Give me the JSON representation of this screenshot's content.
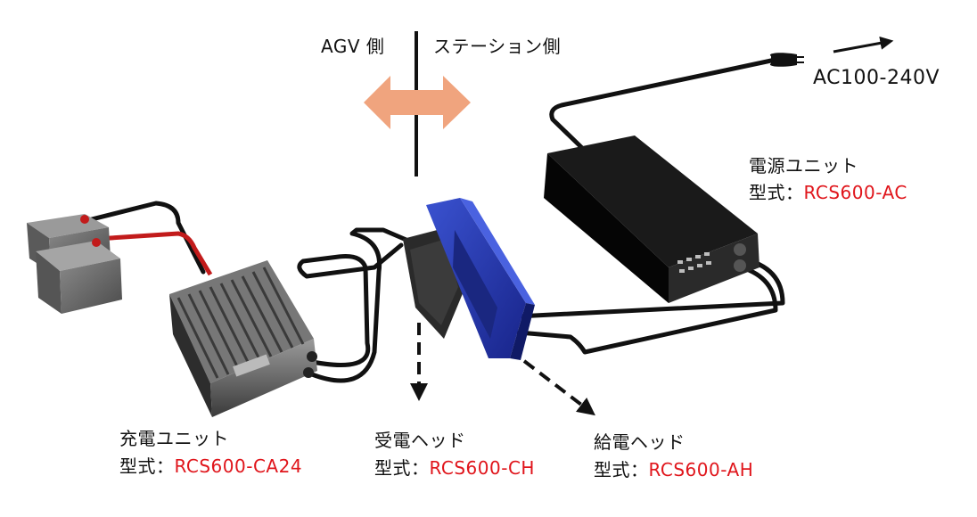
{
  "sides": {
    "agv_side": "AGV 側",
    "station_side": "ステーション側"
  },
  "power_input": "AC100-240V",
  "model_prefix": "型式：",
  "components": {
    "power_unit": {
      "name": "電源ユニット",
      "model": "RCS600-AC"
    },
    "charge_unit": {
      "name": "充電ユニット",
      "model": "RCS600-CA24"
    },
    "receive_head": {
      "name": "受電ヘッド",
      "model": "RCS600-CH"
    },
    "supply_head": {
      "name": "給電ヘッド",
      "model": "RCS600-AH"
    }
  },
  "colors": {
    "divider": "#111111",
    "double_arrow": "#f0a47e",
    "supply_head": "#2a3fb8",
    "model_text": "#e0151b",
    "device_body": "#2b2b2b",
    "cable": "#111111"
  }
}
